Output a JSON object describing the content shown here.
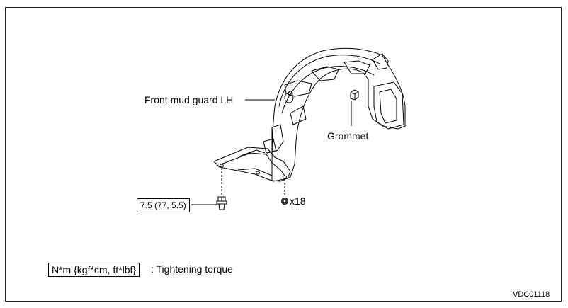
{
  "labels": {
    "mud_guard": "Front mud guard LH",
    "grommet": "Grommet",
    "quantity": "x18"
  },
  "torque_box": "7.5 (77, 5.5)",
  "legend": {
    "unit_box": "N*m {kgf*cm, ft*lbf}",
    "description": ": Tightening torque"
  },
  "figure_code": "VDC01118"
}
